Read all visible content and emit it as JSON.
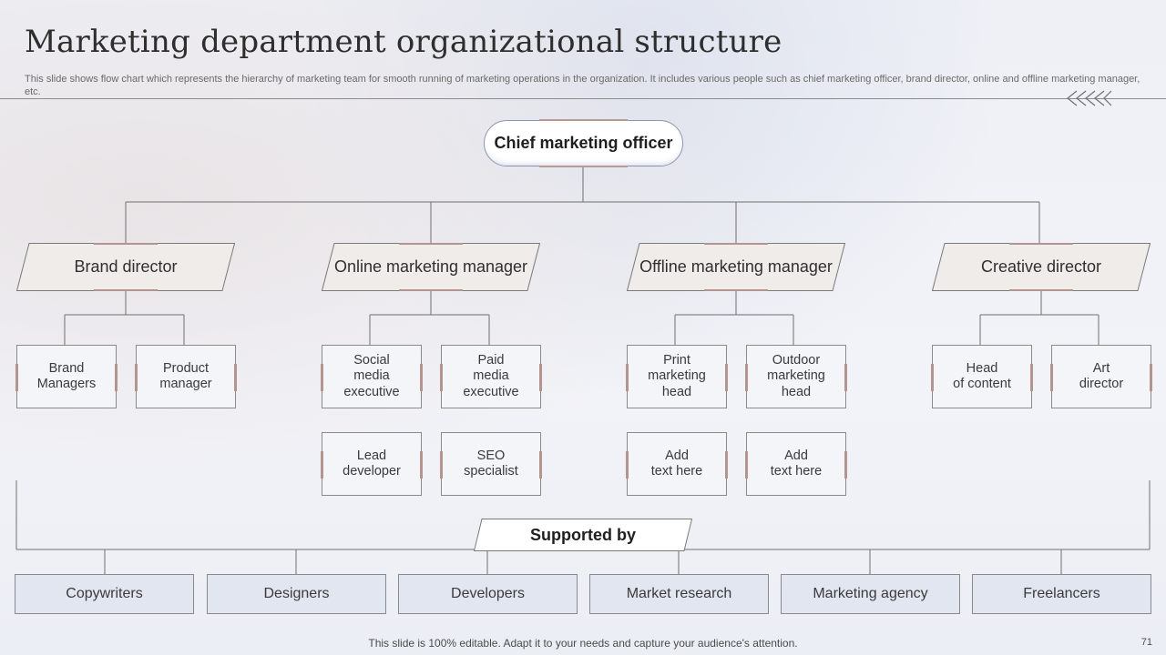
{
  "title": "Marketing department organizational structure",
  "subtitle": "This slide shows flow chart which represents the hierarchy of marketing team for smooth running of marketing operations in the organization. It includes various people such as chief marketing officer, brand director, online and offline marketing manager, etc.",
  "ceo": "Chief marketing officer",
  "directors": [
    {
      "label": "Brand director",
      "children": [
        "Brand\nManagers",
        "Product\nmanager"
      ]
    },
    {
      "label": "Online marketing manager",
      "children": [
        "Social\nmedia\nexecutive",
        "Paid\nmedia\nexecutive",
        "Lead\ndeveloper",
        "SEO\nspecialist"
      ]
    },
    {
      "label": "Offline marketing manager",
      "children": [
        "Print\nmarketing\nhead",
        "Outdoor\nmarketing\nhead",
        "Add\ntext here",
        "Add\ntext here"
      ]
    },
    {
      "label": "Creative director",
      "children": [
        "Head\nof content",
        "Art\ndirector"
      ]
    }
  ],
  "supported_by": "Supported by",
  "support_roles": [
    "Copywriters",
    "Designers",
    "Developers",
    "Market research",
    "Marketing agency",
    "Freelancers"
  ],
  "footer": "This slide is 100% editable. Adapt it to your needs and capture your audience's attention.",
  "page_number": "71",
  "colors": {
    "line": "#6f6f6f",
    "accent": "#b3948f",
    "para_fill": "#f0ece9",
    "bottom_fill": "#e2e6f0"
  }
}
